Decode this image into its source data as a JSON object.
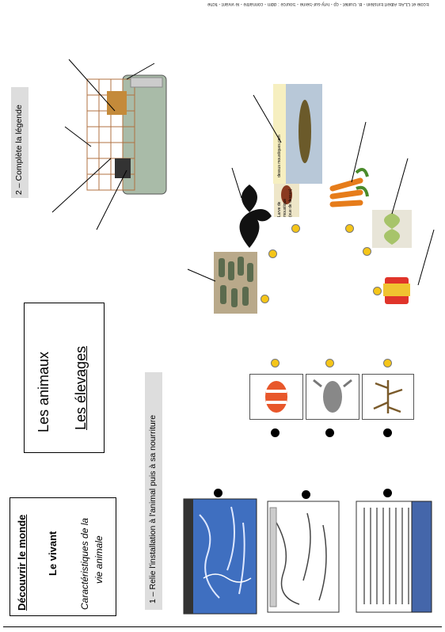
{
  "header": {
    "subject": "Découvrir le monde",
    "domain": "Le vivant",
    "topic_line1": "Caractéristiques de la",
    "topic_line2": "vie animale"
  },
  "title": {
    "line1": "Les animaux",
    "line2": "Les élevages"
  },
  "exercise1": {
    "instruction": "1 – Relie l'installation à l'animal puis à sa nourriture"
  },
  "exercise2": {
    "instruction": "2 – Complète la légende"
  },
  "food_labels": {
    "larva_caption_1": "Larve de",
    "larva_caption_2": "moustique",
    "larva_caption_3": "(vue de dessus)",
    "larva_big_caption": "dessus  moustiques.com"
  },
  "footer": {
    "credit": "Ecole et CLAE Albert Einstein - B. Guillet - cp - Ivry-sur-Seine - Source : ddm - connaître - le vivant - fiche"
  },
  "colors": {
    "dot_black": "#000000",
    "dot_yellow": "#f5c518",
    "aquarium_blue": "#3f6fc0",
    "cage_green": "#a9bba8"
  }
}
